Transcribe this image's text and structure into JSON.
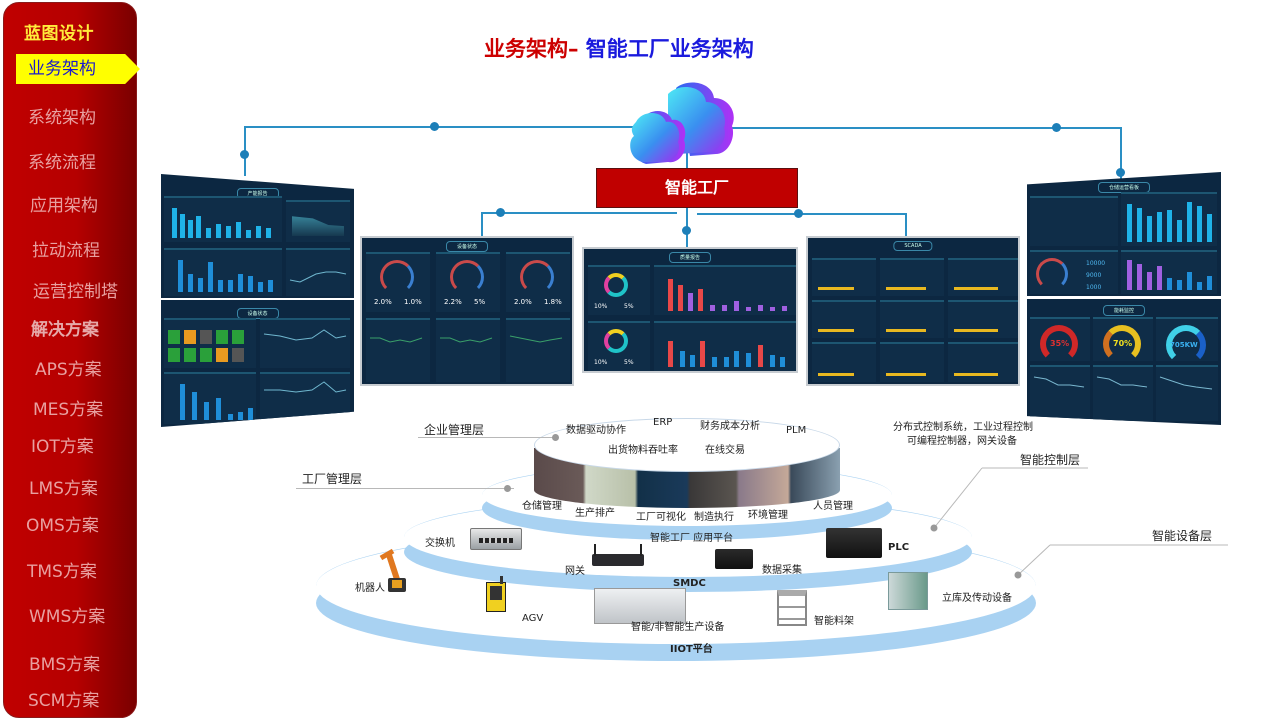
{
  "sidebar": {
    "title": "蓝图设计",
    "active_item": "业务架构",
    "items": [
      {
        "label": "系统架构"
      },
      {
        "label": "系统流程"
      },
      {
        "label": "应用架构"
      },
      {
        "label": "拉动流程"
      },
      {
        "label": "运营控制塔"
      },
      {
        "label": "解决方案",
        "section": true
      },
      {
        "label": "APS方案"
      },
      {
        "label": "MES方案"
      },
      {
        "label": "IOT方案"
      },
      {
        "label": "LMS方案"
      },
      {
        "label": "OMS方案"
      },
      {
        "label": "TMS方案"
      },
      {
        "label": "WMS方案"
      },
      {
        "label": "BMS方案"
      },
      {
        "label": "SCM方案"
      }
    ]
  },
  "header": {
    "title_red": "业务架构–",
    "title_blue": " 智能工厂业务架构"
  },
  "diagram": {
    "center_node": "智能工厂",
    "cloud_icon": "cloud-icon",
    "dashboards": [
      {
        "name": "产能报告",
        "gauge_values": []
      },
      {
        "name": "设备状态",
        "values": [
          "2.0%",
          "1.0%",
          "2.2%",
          "5%",
          "2.0%",
          "1.8%"
        ]
      },
      {
        "name": "质量报告",
        "values": [
          "10%",
          "5%",
          "10%",
          "5%"
        ]
      },
      {
        "name": "SCADA",
        "values": []
      },
      {
        "name": "仓储运营看板",
        "values": [
          "10000",
          "9000",
          "1000"
        ]
      },
      {
        "name": "能耗监控",
        "values": [
          "35%",
          "70%",
          "705KW"
        ]
      },
      {
        "name": "设备状态"
      }
    ],
    "layers": {
      "enterprise": {
        "label": "企业管理层",
        "items": [
          "数据驱动协作",
          "ERP",
          "财务成本分析",
          "PLM",
          "出货物料吞吐率",
          "在线交易"
        ]
      },
      "factory": {
        "label": "工厂管理层",
        "items": [
          "仓储管理",
          "生产排产",
          "工厂可视化",
          "制造执行",
          "环境管理",
          "人员管理"
        ],
        "platform": "智能工厂 应用平台"
      },
      "control": {
        "label": "智能控制层",
        "description_line1": "分布式控制系统，工业过程控制",
        "description_line2": "可编程控制器，网关设备",
        "items": [
          "交换机",
          "网关",
          "数据采集",
          "PLC"
        ],
        "platform": "SMDC"
      },
      "device": {
        "label": "智能设备层",
        "items": [
          "机器人",
          "AGV",
          "智能/非智能生产设备",
          "智能料架",
          "立库及传动设备"
        ],
        "platform": "IIOT平台"
      }
    }
  },
  "colors": {
    "sidebar_red": "#c00000",
    "active_yellow": "#ffff00",
    "title_red": "#cc0000",
    "title_blue": "#1a1add",
    "line_blue": "#2a8fc4",
    "platform_blue": "#a9d2f2"
  }
}
